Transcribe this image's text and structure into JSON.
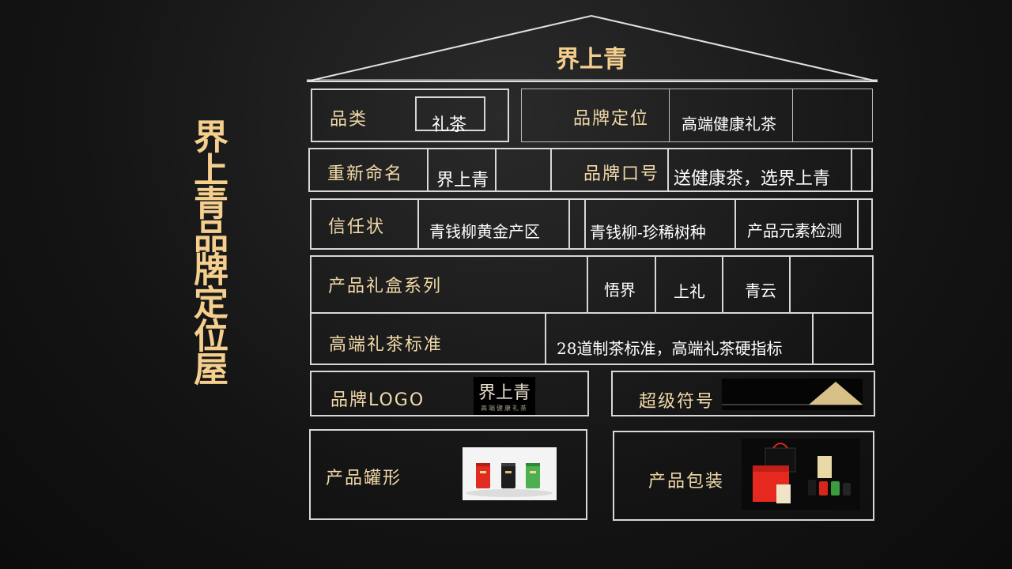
{
  "title": "界上青品牌定位屋",
  "roof_title": "界上青",
  "rows": {
    "category": {
      "label": "品类",
      "value": "礼茶"
    },
    "positioning": {
      "label": "品牌定位",
      "value": "高端健康礼茶"
    },
    "rename": {
      "label": "重新命名",
      "value": "界上青"
    },
    "slogan": {
      "label": "品牌口号",
      "value": "送健康茶，选界上青"
    },
    "trust": {
      "label": "信任状",
      "items": [
        "青钱柳黄金产区",
        "青钱柳-珍稀树种",
        "产品元素检测"
      ]
    },
    "giftbox": {
      "label": "产品礼盒系列",
      "items": [
        "悟界",
        "上礼",
        "青云"
      ]
    },
    "standard": {
      "label": "高端礼茶标准",
      "value": "28道制茶标准，高端礼茶硬指标"
    },
    "logo": {
      "label": "品牌LOGO",
      "logo_text": "界上青",
      "logo_sub": "高端健康礼茶"
    },
    "symbol": {
      "label": "超级符号"
    },
    "can": {
      "label": "产品罐形"
    },
    "package": {
      "label": "产品包装"
    }
  },
  "colors": {
    "accent": "#f5cf8e",
    "border": "#d8d8d8",
    "background": "#141414"
  }
}
